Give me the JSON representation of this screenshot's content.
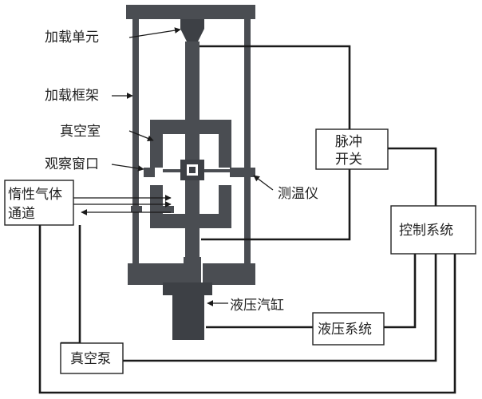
{
  "labels": {
    "loading_unit": "加载单元",
    "loading_frame": "加载框架",
    "vacuum_chamber": "真空室",
    "observation_window": "观察窗口",
    "inert_gas_line1": "惰性气体",
    "inert_gas_line2": "通道",
    "thermometer": "测温仪",
    "pulse_switch_line1": "脉冲",
    "pulse_switch_line2": "开关",
    "control_system": "控制系统",
    "hydraulic_cylinder": "液压汽缸",
    "hydraulic_system": "液压系统",
    "vacuum_pump": "真空泵"
  },
  "colors": {
    "structure": "#4a4d52",
    "wire": "#1a1a1a",
    "background": "#ffffff"
  }
}
